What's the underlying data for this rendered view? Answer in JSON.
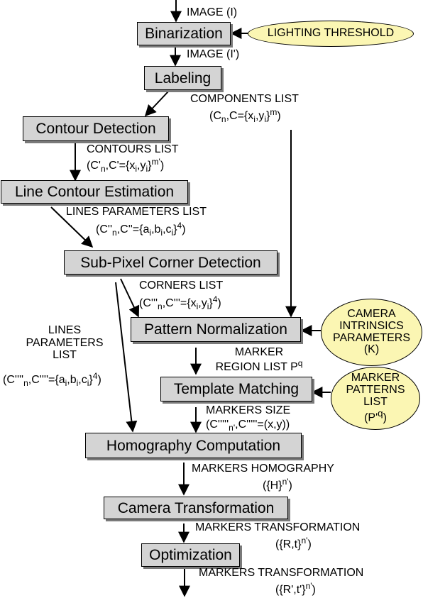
{
  "boxes": {
    "binarization": "Binarization",
    "labeling": "Labeling",
    "contour_detection": "Contour Detection",
    "line_contour_estimation": "Line Contour Estimation",
    "subpixel_corner_detection": "Sub-Pixel Corner Detection",
    "pattern_normalization": "Pattern Normalization",
    "template_matching": "Template Matching",
    "homography_computation": "Homography Computation",
    "camera_transformation": "Camera Transformation",
    "optimization": "Optimization"
  },
  "ellipses": {
    "lighting_threshold": "LIGHTING THRESHOLD",
    "camera_intrinsics": [
      "CAMERA",
      "INTRINSICS",
      "PARAMETERS",
      "(K)"
    ],
    "marker_patterns": [
      "MARKER",
      "PATTERNS",
      "LIST"
    ],
    "marker_patterns_formula": "(P'q)"
  },
  "labels": {
    "image_i": "IMAGE (I)",
    "image_i_prime": "IMAGE (I')",
    "components_list": "COMPONENTS LIST",
    "components_formula": "(Cn,C={xi,yi}m)",
    "contours_list": "CONTOURS LIST",
    "contours_formula": "(C'n,C'={xi,yi}m')",
    "lines_parameters_list": "LINES PARAMETERS LIST",
    "lines_parameters_formula": "(C''n,C''={ai,bi,ci}4)",
    "corners_list": "CORNERS LIST",
    "corners_formula": "(C'''n,C'''={xi,yi}4)",
    "lines_parameters_list_2": [
      "LINES",
      "PARAMETERS",
      "LIST"
    ],
    "lines_parameters_formula_2": "(C''''n,C''''={ai,bi,ci}4)",
    "marker_region_list": [
      "MARKER",
      "REGION LIST Pq"
    ],
    "markers_size": "MARKERS SIZE",
    "markers_size_formula": "(C'''''n',C'''''=(x,y))",
    "markers_homography": "MARKERS HOMOGRAPHY",
    "markers_homography_formula": "({H}n')",
    "markers_transformation": "MARKERS TRANSFORMATION",
    "markers_transformation_formula": "({R,t}n')",
    "markers_transformation_2": "MARKERS TRANSFORMATION",
    "markers_transformation_2_formula": "({R',t'}n')"
  }
}
